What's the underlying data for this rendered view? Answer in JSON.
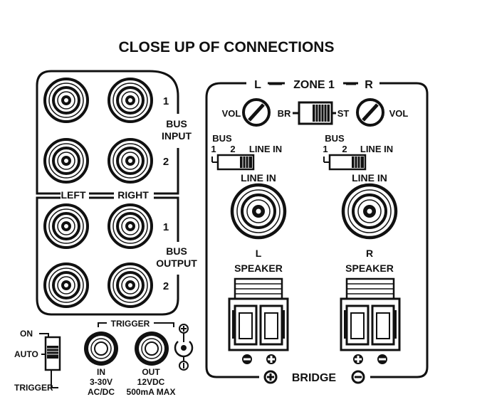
{
  "title": "CLOSE UP OF CONNECTIONS",
  "bus_panel": {
    "row1": "1",
    "row2": "2",
    "row3": "1",
    "row4": "2",
    "bus_input_line1": "BUS",
    "bus_input_line2": "INPUT",
    "bus_output_line1": "BUS",
    "bus_output_line2": "OUTPUT",
    "left": "LEFT",
    "right": "RIGHT"
  },
  "zone": {
    "left": "L",
    "name": "ZONE 1",
    "right": "R",
    "vol_left": "VOL",
    "vol_right": "VOL",
    "br": "BR",
    "st": "ST",
    "bus_left": "BUS",
    "bus_right": "BUS",
    "sel_1_left": "1",
    "sel_2_left": "2",
    "sel_line_in_left": "LINE IN",
    "sel_1_right": "1",
    "sel_2_right": "2",
    "sel_line_in_right": "LINE IN",
    "line_in_left": "LINE IN",
    "line_in_right": "LINE IN",
    "speaker_left_ch": "L",
    "speaker_left": "SPEAKER",
    "speaker_right_ch": "R",
    "speaker_right": "SPEAKER",
    "bridge": "BRIDGE"
  },
  "trigger": {
    "switch_on": "ON",
    "switch_auto": "AUTO",
    "switch_trigger": "TRIGGER",
    "header": "TRIGGER",
    "in_label": "IN",
    "in_spec": "3-30V",
    "in_spec2": "AC/DC",
    "out_label": "OUT",
    "out_spec": "12VDC",
    "out_spec2": "500mA MAX"
  }
}
